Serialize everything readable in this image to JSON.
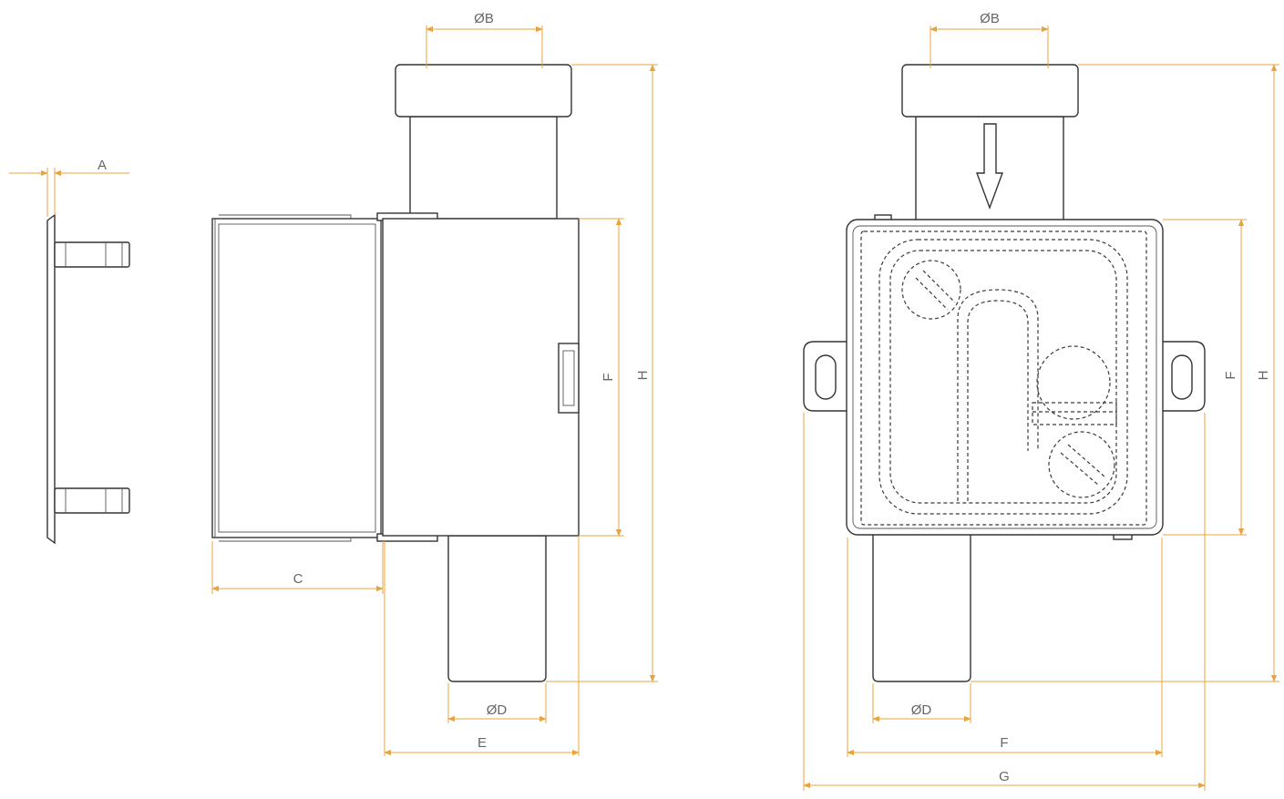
{
  "colors": {
    "dimension_line": "#E8A33D",
    "outline": "#333333",
    "label_text": "#666666",
    "background": "#ffffff"
  },
  "labels": {
    "a": "A",
    "b": "ØB",
    "c": "C",
    "d": "ØD",
    "e": "E",
    "f": "F",
    "g": "G",
    "h": "H"
  },
  "icons": {
    "flow_direction": "down-arrow-icon"
  }
}
